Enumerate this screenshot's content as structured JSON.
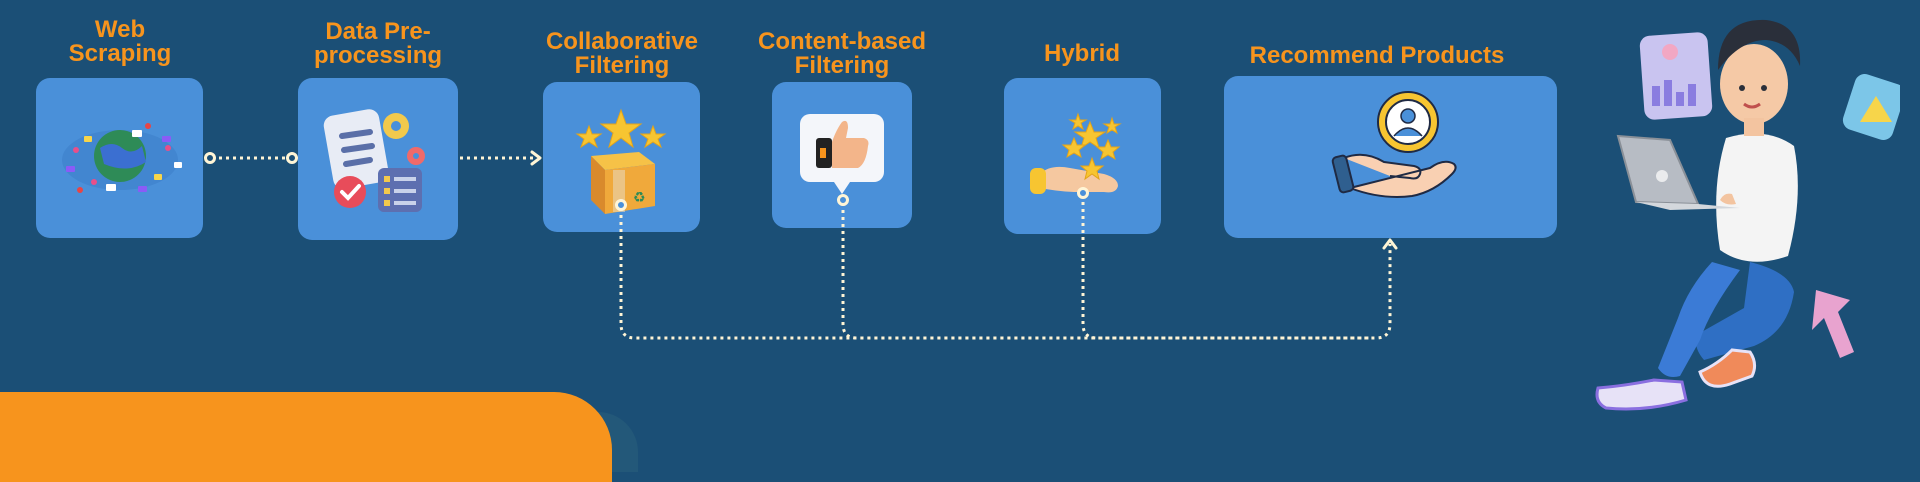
{
  "steps": [
    {
      "label_line1": "Web",
      "label_line2": "Scraping",
      "icon": "globe-network-icon"
    },
    {
      "label_line1": "Data Pre-",
      "label_line2": "processing",
      "icon": "document-gears-icon"
    },
    {
      "label_line1": "Collaborative",
      "label_line2": "Filtering",
      "icon": "box-stars-icon"
    },
    {
      "label_line1": "Content-based",
      "label_line2": "Filtering",
      "icon": "thumbs-up-icon"
    },
    {
      "label_line1": "Hybrid",
      "label_line2": "",
      "icon": "hand-stars-icon"
    },
    {
      "label_line1": "Recommend Products",
      "label_line2": "",
      "icon": "hand-user-icon"
    }
  ],
  "illustration": "person-with-laptop-illustration",
  "colors": {
    "background": "#1b4f76",
    "box": "#4a90d9",
    "label": "#f7941d",
    "connector": "#fff5d6",
    "accent_orange": "#f7941d"
  }
}
